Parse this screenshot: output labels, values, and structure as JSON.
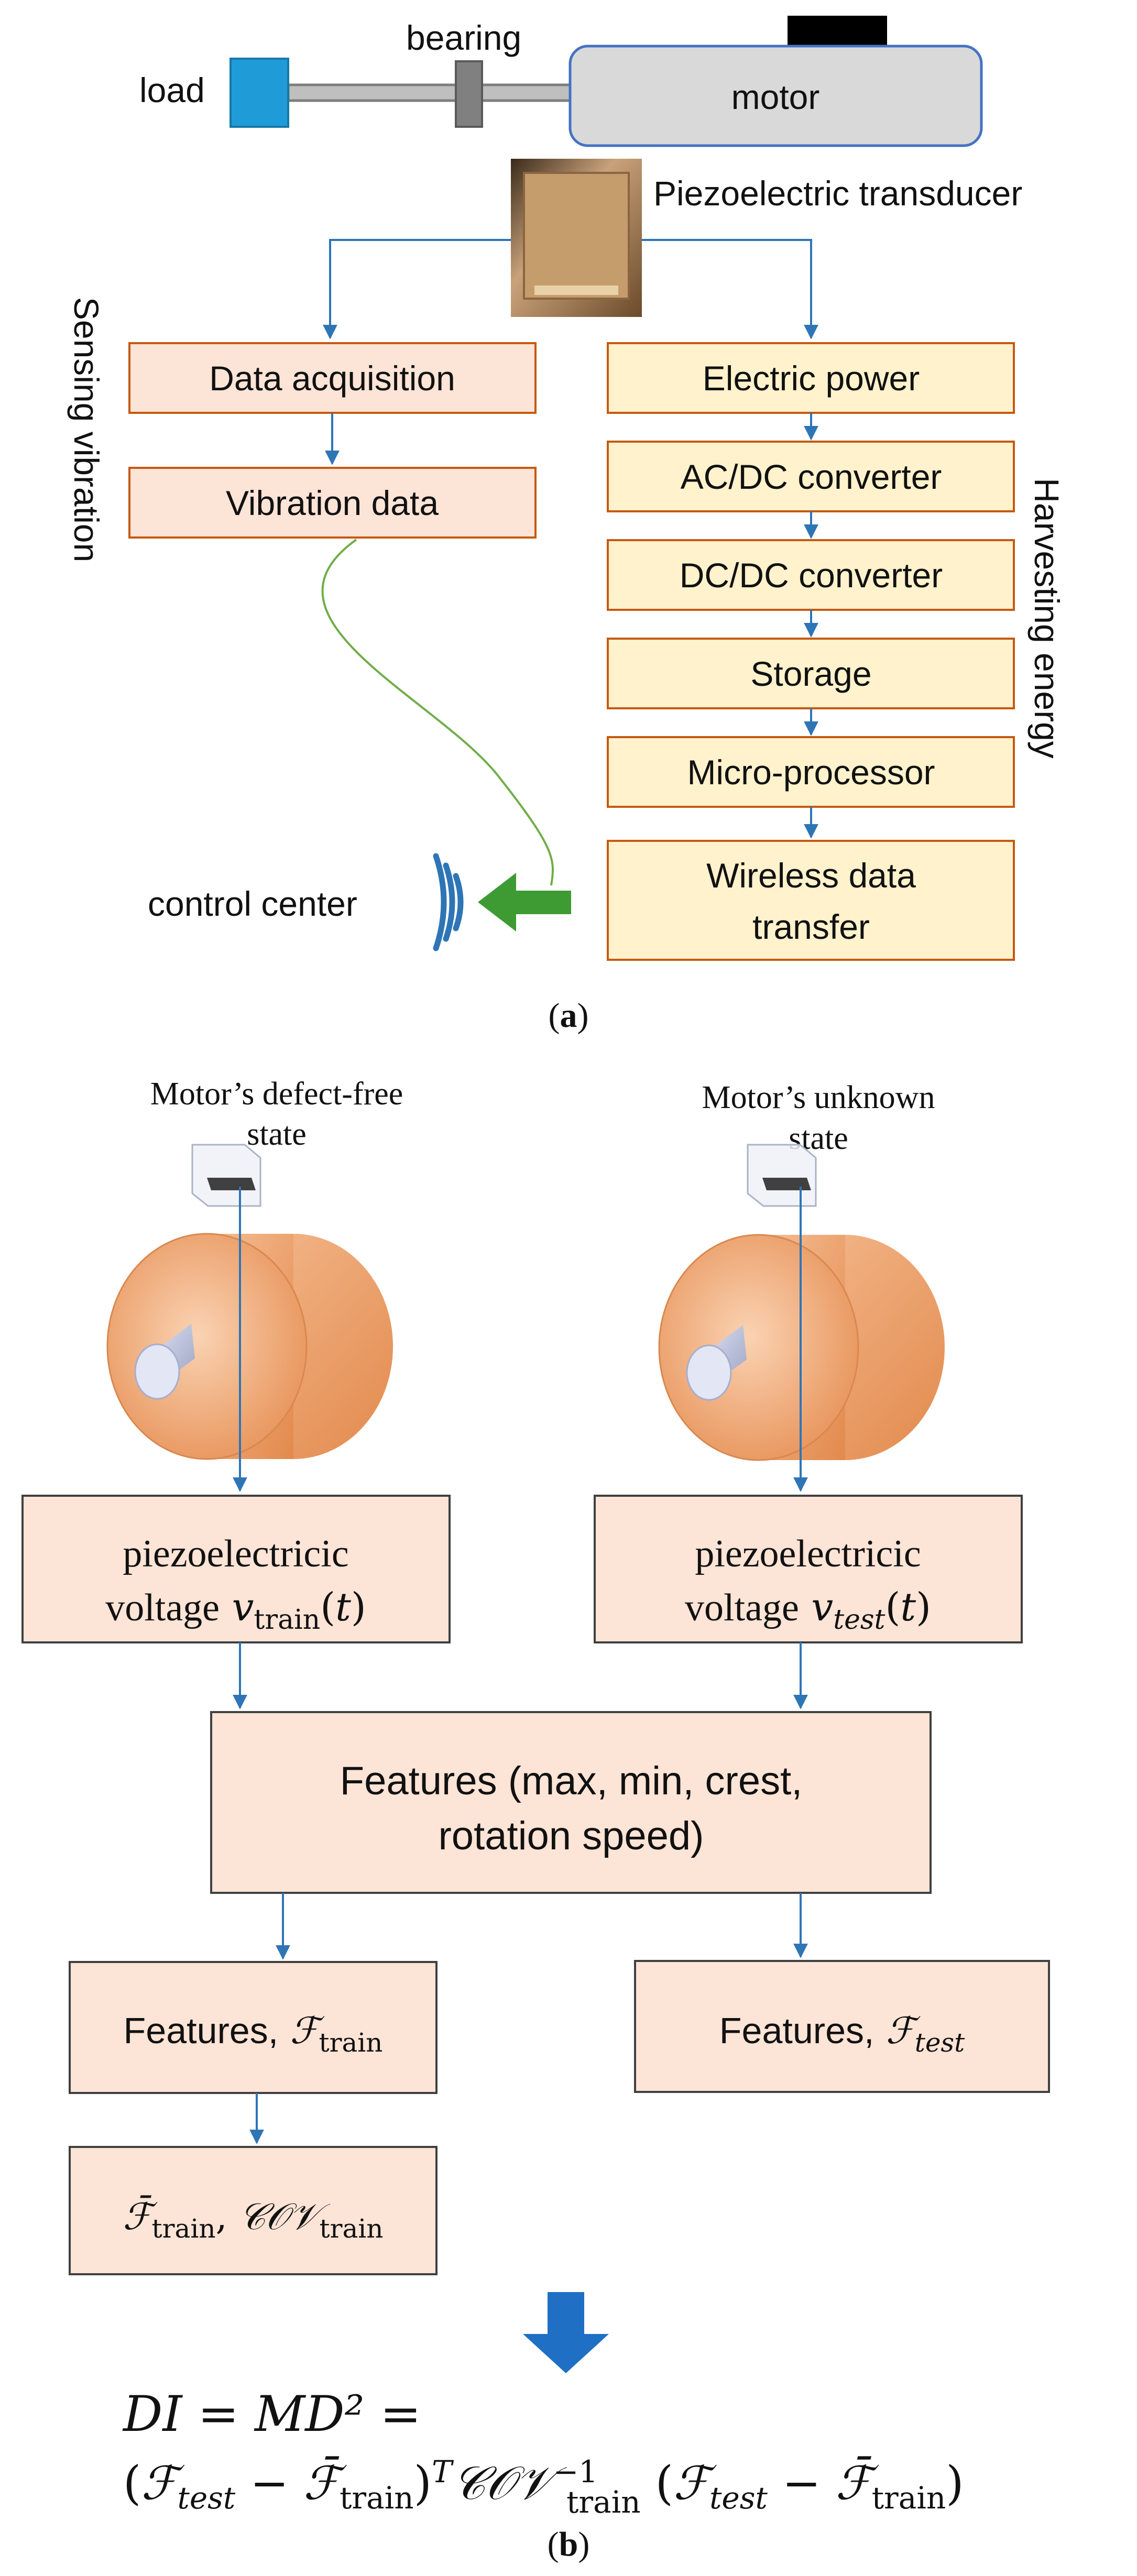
{
  "panel_a": {
    "load_label": "load",
    "bearing_label": "bearing",
    "motor_label": "motor",
    "transducer_label": "Piezoelectric transducer",
    "sensing_label": "Sensing vibration",
    "harvesting_label": "Harvesting energy",
    "sensing_steps": [
      "Data acquisition",
      "Vibration data"
    ],
    "harvest_steps": [
      "Electric power",
      "AC/DC converter",
      "DC/DC converter",
      "Storage",
      "Micro-processor"
    ],
    "wireless_line1": "Wireless data",
    "wireless_line2": "transfer",
    "control_center_label": "control center",
    "caption": "(a)"
  },
  "panel_b": {
    "defect_free_line1": "Motor’s defect-free",
    "defect_free_line2": "state",
    "unknown_line1": "Motor’s unknown",
    "unknown_line2": "state",
    "voltage_title": "piezoelectricic",
    "voltage_prefix": "voltage",
    "train_sub": "train",
    "test_sub": "test",
    "features_line1": "Features (max, min, crest,",
    "features_line2": "rotation speed)",
    "features_prefix": "Features,",
    "formula_line1": "DI = MD² =",
    "caption": "(b)"
  },
  "colors": {
    "sensing_box_fill": "#fce4d6",
    "harvest_box_fill": "#fff2cc",
    "box_border": "#c55a11",
    "motor_fill": "#d9d9d9",
    "motor_border": "#4472c4",
    "load_fill": "#1f9cd8",
    "arrow_blue": "#2e75b6",
    "signal_green": "#70ad47",
    "cylinder_orange": "#f4b183"
  }
}
